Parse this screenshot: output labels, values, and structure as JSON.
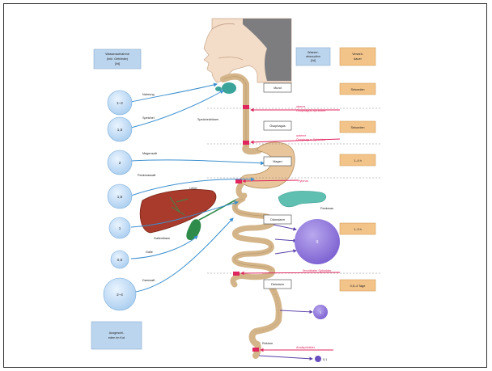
{
  "boxes": {
    "left_top": {
      "line1": "Wasseraufnahme",
      "line2": "(inkl. Getränke)",
      "line3": "[l/d]"
    },
    "right_top": {
      "line1": "Wasser-",
      "line2": "absorption",
      "line3": "[l/d]"
    },
    "right_top2": {
      "line1": "Verweil-",
      "line2": "dauer"
    },
    "bottom_left": {
      "line1": "Ausgeschi-",
      "line2": "eden im Kot"
    }
  },
  "organs": {
    "mund": "Mund",
    "oesophagus": "Ösophagus",
    "magen": "Magen",
    "duenndarm": "Dünndarm",
    "dickdarm": "Dickdarm",
    "leber": "Leber",
    "pankreas": "Pankreas",
    "gallenblase": "Gallenblase",
    "speicheldruesen": "Speicheldrüsen",
    "rektum": "Rektum"
  },
  "sphincters": {
    "upper_oes": {
      "line1": "oberer",
      "line2": "Ösophagus-Sphinkter"
    },
    "lower_oes": {
      "line1": "unterer",
      "line2": "Ösophagus-Sphinkter"
    },
    "pylorus": "Pylorus",
    "ileocaecal": "Ileozäkaler Sphinkter",
    "anal": "Analsphinkter"
  },
  "inputs": [
    {
      "value": "1–2",
      "label": "Nahrung"
    },
    {
      "value": "1,5",
      "label": "Speichel"
    },
    {
      "value": "2",
      "label": "Magensaft"
    },
    {
      "value": "1,5",
      "label": "Pankreassaft"
    },
    {
      "value": "1",
      "label": ""
    },
    {
      "value": "0,5",
      "label": "Galle"
    },
    {
      "value": "2–4",
      "label": "Darmsaft"
    }
  ],
  "durations": [
    "Sekunden",
    "Sekunden",
    "1–4 h",
    "1–3 h",
    "0,5–4 Tage"
  ],
  "absorption": {
    "small_intestine": "9",
    "large_intestine": "1",
    "feces": "0,1"
  }
}
